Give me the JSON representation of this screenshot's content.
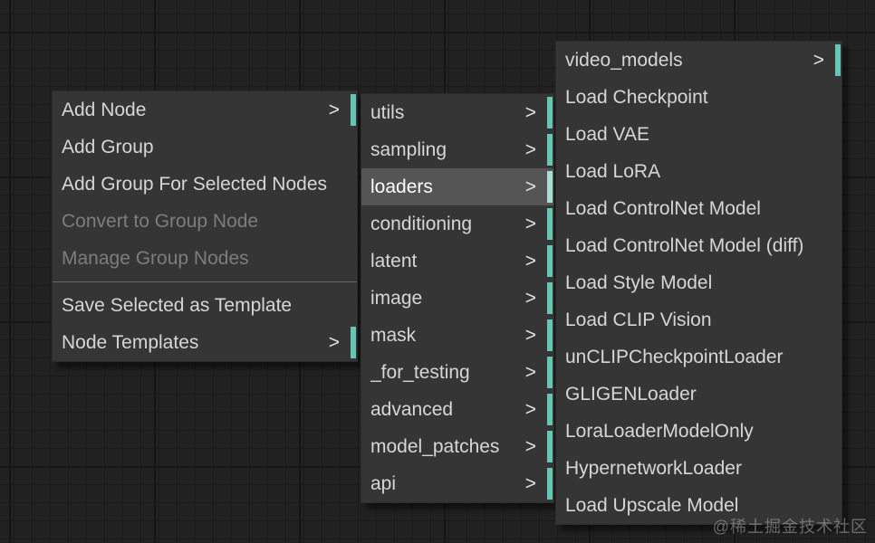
{
  "canvas": {
    "background": "#212121",
    "grid_line": "#1a1a1a",
    "major_grid_line": "#161616"
  },
  "colors": {
    "menu_bg": "#353535",
    "menu_text": "#d6d6d6",
    "menu_text_disabled": "#7d7d7d",
    "highlight_bg": "#555555",
    "accent_teal": "#67c5b4",
    "accent_teal_highlight": "#a9ddd2",
    "separator": "#666666"
  },
  "submenu_arrow": ">",
  "watermark": "@稀土掘金技术社区",
  "menus": [
    {
      "name": "add-node-context-menu",
      "items": [
        {
          "label": "Add Node",
          "submenu": true
        },
        {
          "label": "Add Group"
        },
        {
          "label": "Add Group For Selected Nodes"
        },
        {
          "label": "Convert to Group Node",
          "disabled": true
        },
        {
          "label": "Manage Group Nodes",
          "disabled": true
        },
        {
          "separator": true
        },
        {
          "label": "Save Selected as Template"
        },
        {
          "label": "Node Templates",
          "submenu": true
        }
      ]
    },
    {
      "name": "node-category-menu",
      "items": [
        {
          "label": "utils",
          "submenu": true
        },
        {
          "label": "sampling",
          "submenu": true
        },
        {
          "label": "loaders",
          "submenu": true,
          "highlighted": true
        },
        {
          "label": "conditioning",
          "submenu": true
        },
        {
          "label": "latent",
          "submenu": true
        },
        {
          "label": "image",
          "submenu": true
        },
        {
          "label": "mask",
          "submenu": true
        },
        {
          "label": "_for_testing",
          "submenu": true
        },
        {
          "label": "advanced",
          "submenu": true
        },
        {
          "label": "model_patches",
          "submenu": true
        },
        {
          "label": "api",
          "submenu": true
        }
      ]
    },
    {
      "name": "loaders-submenu",
      "items": [
        {
          "label": "video_models",
          "submenu": true
        },
        {
          "label": "Load Checkpoint"
        },
        {
          "label": "Load VAE"
        },
        {
          "label": "Load LoRA"
        },
        {
          "label": "Load ControlNet Model"
        },
        {
          "label": "Load ControlNet Model (diff)"
        },
        {
          "label": "Load Style Model"
        },
        {
          "label": "Load CLIP Vision"
        },
        {
          "label": "unCLIPCheckpointLoader"
        },
        {
          "label": "GLIGENLoader"
        },
        {
          "label": "LoraLoaderModelOnly"
        },
        {
          "label": "HypernetworkLoader"
        },
        {
          "label": "Load Upscale Model"
        }
      ]
    }
  ]
}
